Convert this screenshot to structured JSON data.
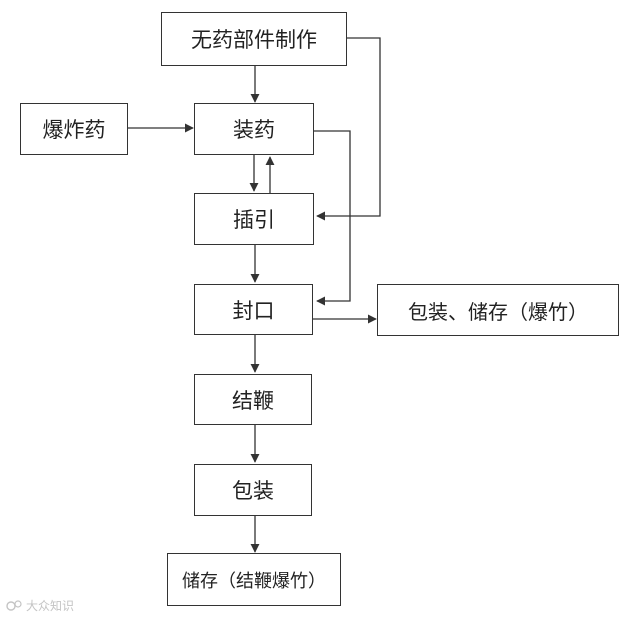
{
  "nodes": {
    "make_parts": "无药部件制作",
    "explosive": "爆炸药",
    "load_powder": "装药",
    "insert_fuse": "插引",
    "seal": "封口",
    "pack_store_firecracker": "包装、储存（爆竹）",
    "knot": "结鞭",
    "pack": "包装",
    "store_knot_firecracker": "储存（结鞭爆竹）"
  },
  "edges": [
    {
      "from": "make_parts",
      "to": "load_powder"
    },
    {
      "from": "make_parts",
      "to": "insert_fuse"
    },
    {
      "from": "explosive",
      "to": "load_powder"
    },
    {
      "from": "load_powder",
      "to": "insert_fuse"
    },
    {
      "from": "insert_fuse",
      "to": "load_powder"
    },
    {
      "from": "load_powder",
      "to": "seal"
    },
    {
      "from": "insert_fuse",
      "to": "seal"
    },
    {
      "from": "seal",
      "to": "pack_store_firecracker"
    },
    {
      "from": "seal",
      "to": "knot"
    },
    {
      "from": "knot",
      "to": "pack"
    },
    {
      "from": "pack",
      "to": "store_knot_firecracker"
    }
  ],
  "watermark": "大众知识"
}
